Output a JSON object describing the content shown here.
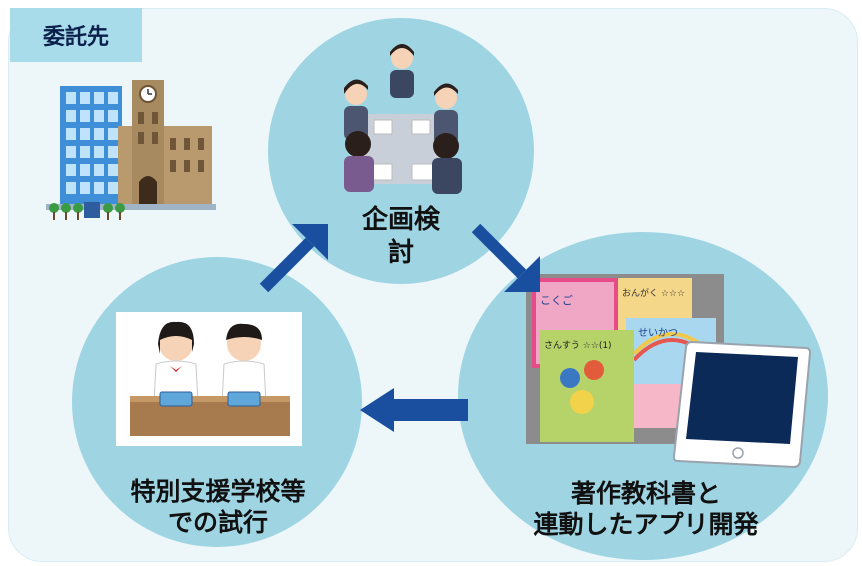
{
  "tag": {
    "text": "委託先"
  },
  "steps": {
    "planning": {
      "line1": "企画検",
      "line2": "討"
    },
    "trial": {
      "line1": "特別支援学校等",
      "line2": "での試行"
    },
    "development": {
      "line1": "著作教科書と",
      "line2": "連動したアプリ開発"
    }
  },
  "illustrations": {
    "building": "university-building-icon",
    "meeting": "meeting-people-icon",
    "students": "students-with-tablets-icon",
    "textbooks": "textbooks-photo",
    "tablet": "tablet-icon"
  },
  "textbook_titles": {
    "kokugo": "こくご",
    "ongaku": "おんがく ☆☆☆",
    "seikatsu": "せいかつ",
    "sansuu": "さんすう ☆☆(1)"
  },
  "colors": {
    "panel": "#edf7fa",
    "tag": "#a8dcea",
    "circle": "#9fd5e3",
    "arrow": "#1a4fa0"
  }
}
